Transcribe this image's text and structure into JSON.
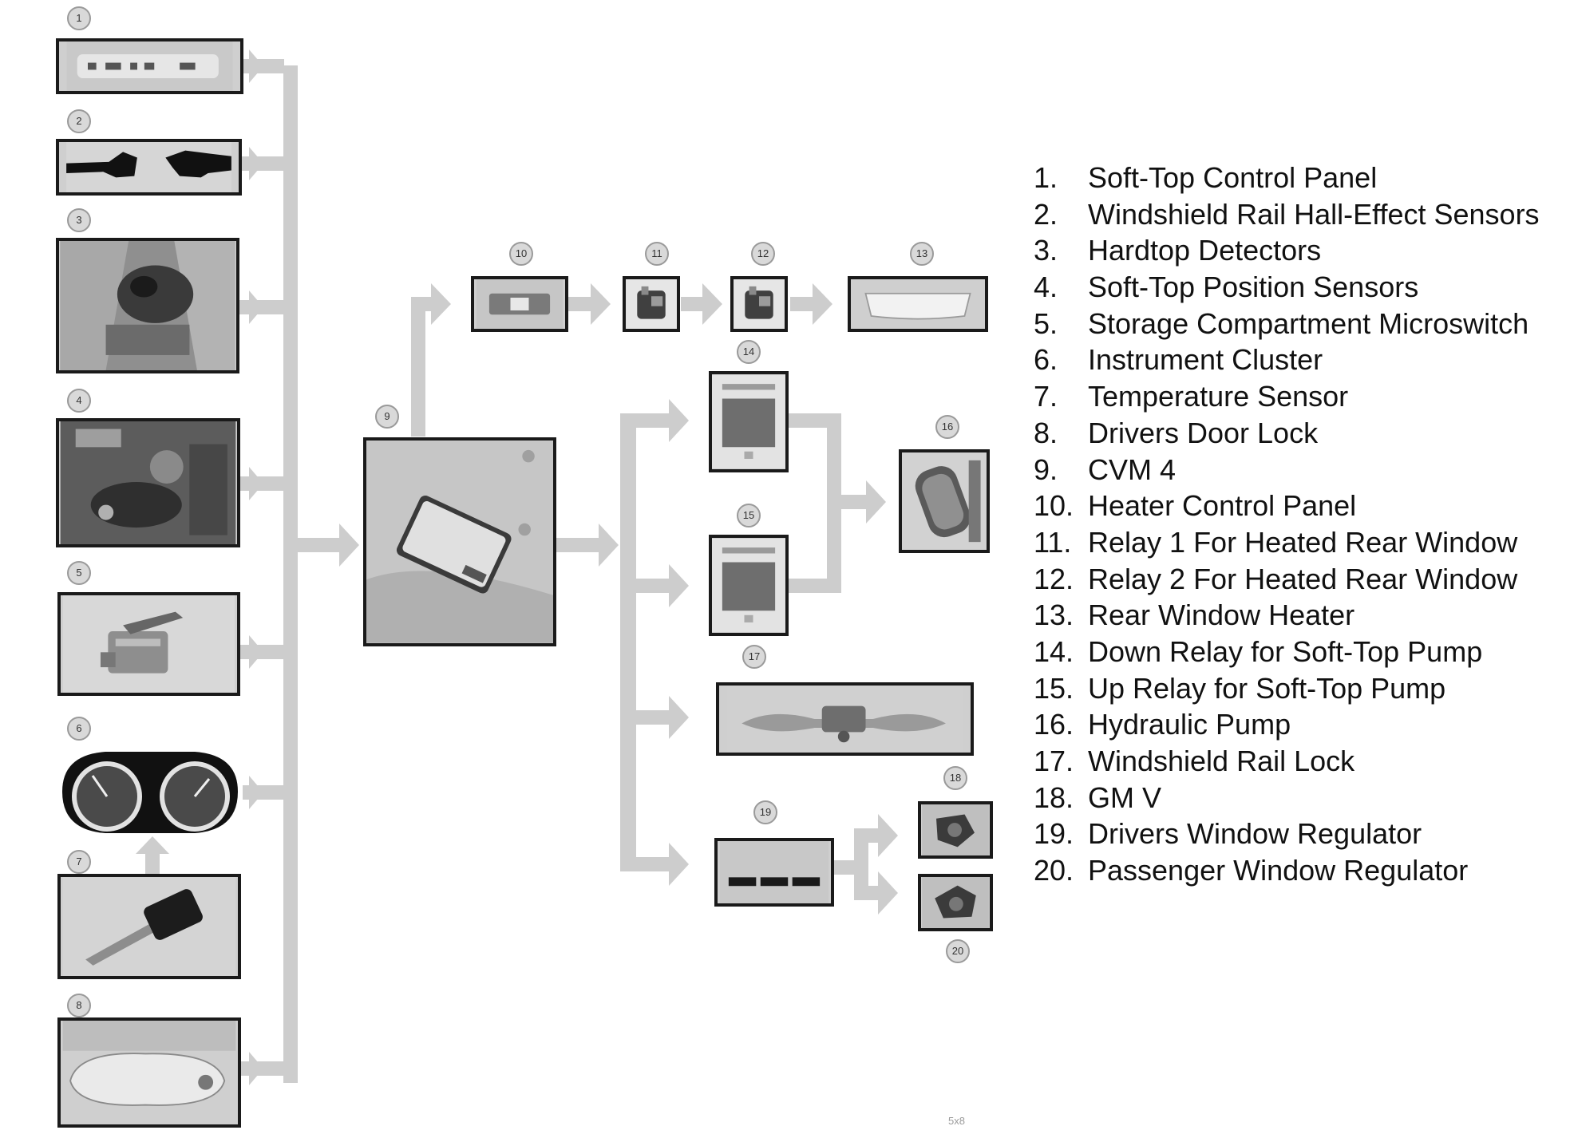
{
  "legend": [
    {
      "num": "1.",
      "label": "Soft-Top Control Panel"
    },
    {
      "num": "2.",
      "label": "Windshield Rail Hall-Effect Sensors"
    },
    {
      "num": "3.",
      "label": "Hardtop Detectors"
    },
    {
      "num": "4.",
      "label": "Soft-Top Position Sensors"
    },
    {
      "num": "5.",
      "label": "Storage Compartment Microswitch"
    },
    {
      "num": "6.",
      "label": "Instrument Cluster"
    },
    {
      "num": "7.",
      "label": "Temperature Sensor"
    },
    {
      "num": "8.",
      "label": "Drivers Door Lock"
    },
    {
      "num": "9.",
      "label": "CVM 4"
    },
    {
      "num": "10.",
      "label": "Heater Control Panel"
    },
    {
      "num": "11.",
      "label": "Relay 1 For Heated Rear Window"
    },
    {
      "num": "12.",
      "label": "Relay 2 For Heated Rear Window"
    },
    {
      "num": "13.",
      "label": "Rear Window Heater"
    },
    {
      "num": "14.",
      "label": "Down Relay for Soft-Top Pump"
    },
    {
      "num": "15.",
      "label": "Up Relay for Soft-Top Pump"
    },
    {
      "num": "16.",
      "label": "Hydraulic Pump"
    },
    {
      "num": "17.",
      "label": "Windshield Rail Lock"
    },
    {
      "num": "18.",
      "label": "GM V"
    },
    {
      "num": "19.",
      "label": "Drivers Window Regulator"
    },
    {
      "num": "20.",
      "label": "Passenger Window Regulator"
    }
  ],
  "badges": {
    "b1": "1",
    "b2": "2",
    "b3": "3",
    "b4": "4",
    "b5": "5",
    "b6": "6",
    "b7": "7",
    "b8": "8",
    "b9": "9",
    "b10": "10",
    "b11": "11",
    "b12": "12",
    "b13": "13",
    "b14": "14",
    "b16": "16",
    "b17": "17",
    "b18": "18",
    "b19": "19",
    "b20": "20",
    "b15": "15"
  },
  "page_mark": "5x8",
  "colors": {
    "arrow": "#c8c8c8",
    "box_border": "#1a1a1a",
    "photo_bg": "#cfcfcf"
  }
}
